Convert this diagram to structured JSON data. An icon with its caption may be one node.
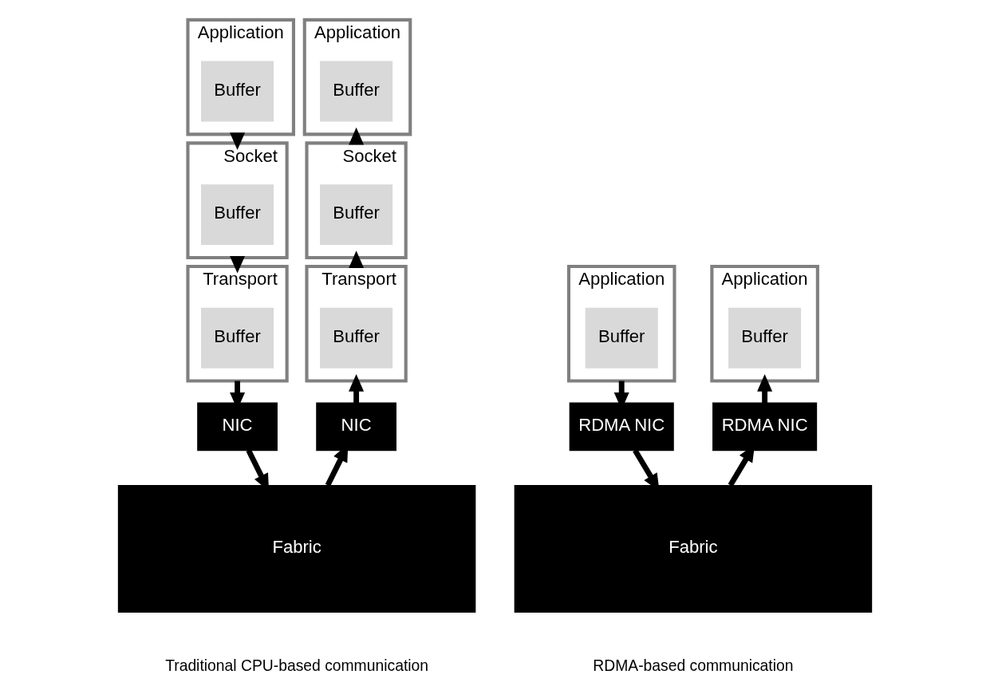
{
  "diagram": {
    "nodes": [
      {
        "text": [
          "Application"
        ]
      },
      {
        "text": [
          "Buffer"
        ],
        "in": 0
      },
      {
        "text": [
          "Application"
        ]
      },
      {
        "text": [
          "Buffer"
        ],
        "in": 2
      },
      {
        "text": [
          "Application"
        ]
      },
      {
        "text": [
          "Buffer"
        ],
        "in": 4
      },
      {
        "text": [
          "Application"
        ]
      },
      {
        "text": [
          "Buffer"
        ],
        "in": 6
      },
      {
        "text": [
          "Socket"
        ]
      },
      {
        "text": [
          "Buffer"
        ],
        "in": 8
      },
      {
        "text": [
          "Socket"
        ]
      },
      {
        "text": [
          "Buffer"
        ],
        "in": 10
      },
      {
        "text": [
          "Transport"
        ]
      },
      {
        "text": [
          "Buffer"
        ],
        "in": 12
      },
      {
        "text": [
          "Transport"
        ]
      },
      {
        "text": [
          "Buffer"
        ],
        "in": 14
      },
      {
        "text": [
          "NIC"
        ]
      },
      {
        "text": [
          "NIC"
        ]
      },
      {
        "text": [
          "RDMA NIC"
        ]
      },
      {
        "text": [
          "RDMA NIC"
        ]
      },
      {
        "text": [
          "Fabric"
        ]
      },
      {
        "text": [
          "Fabric"
        ]
      }
    ],
    "edges": [
      {
        "from": 0,
        "to": 8,
        "arrow": "to"
      },
      {
        "from": 8,
        "to": 12,
        "arrow": "to"
      },
      {
        "from": 12,
        "to": 16,
        "arrow": "to"
      },
      {
        "from": 16,
        "to": 20,
        "arrow": "to"
      },
      {
        "from": 20,
        "to": 17,
        "arrow": "to"
      },
      {
        "from": 17,
        "to": 14,
        "arrow": "to"
      },
      {
        "from": 14,
        "to": 10,
        "arrow": "to"
      },
      {
        "from": 10,
        "to": 2,
        "arrow": "to"
      },
      {
        "from": 4,
        "to": 18,
        "arrow": "to"
      },
      {
        "from": 18,
        "to": 21,
        "arrow": "to"
      },
      {
        "from": 21,
        "to": 19,
        "arrow": "to"
      },
      {
        "from": 19,
        "to": 6,
        "arrow": "to"
      }
    ],
    "labels": [
      "Traditional CPU-based communication",
      "RDMA-based communication"
    ]
  }
}
